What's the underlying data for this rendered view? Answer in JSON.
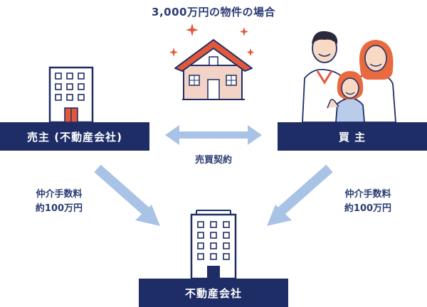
{
  "title": "3,000万円の物件の場合",
  "seller": {
    "label": "売主 (不動産会社)"
  },
  "buyer": {
    "label": "買 主"
  },
  "agent": {
    "label": "不動産会社"
  },
  "contract": {
    "label": "売買契約"
  },
  "fee_left": {
    "line1": "仲介手数料",
    "line2": "約100万円"
  },
  "fee_right": {
    "line1": "仲介手数料",
    "line2": "約100万円"
  },
  "colors": {
    "navy": "#1f2d66",
    "arrow": "#a9c3e6",
    "house_wall": "#f3d3c6",
    "house_roof": "#e2593a",
    "sparkle": "#e2593a"
  }
}
